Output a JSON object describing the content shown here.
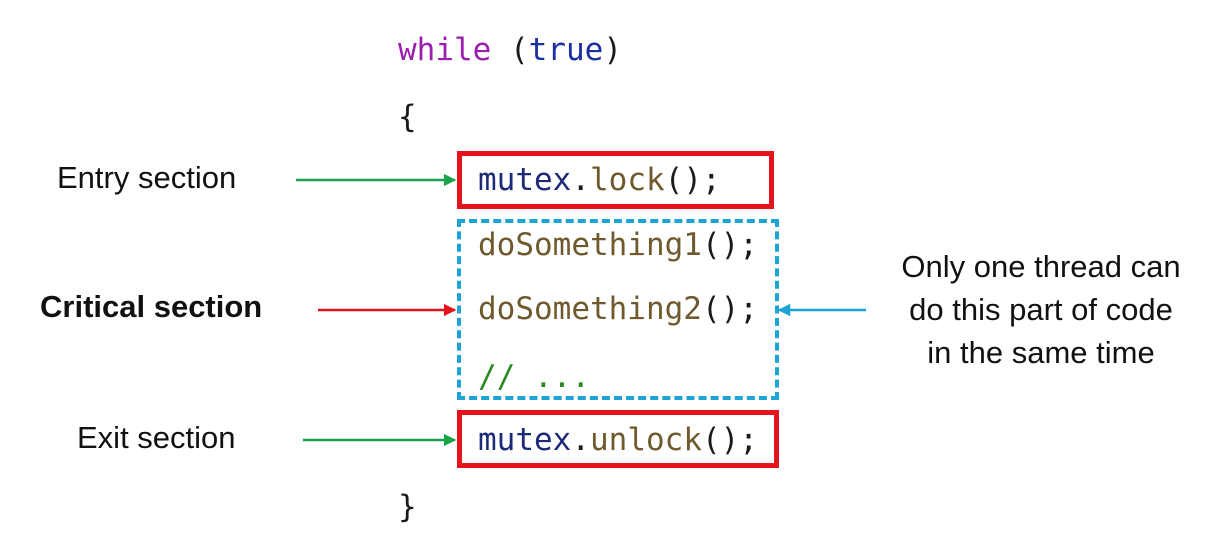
{
  "code": {
    "while_kw": "while",
    "open_paren": " (",
    "true_kw": "true",
    "close_paren": ")",
    "open_brace": "{",
    "lock_obj": "mutex",
    "lock_dot": ".",
    "lock_fn": "lock",
    "lock_tail": "();",
    "do1_fn": "doSomething1",
    "do1_tail": "();",
    "do2_fn": "doSomething2",
    "do2_tail": "();",
    "comment": "// ...",
    "unlock_obj": "mutex",
    "unlock_dot": ".",
    "unlock_fn": "unlock",
    "unlock_tail": "();",
    "close_brace": "}"
  },
  "labels": {
    "entry": "Entry section",
    "critical": "Critical section",
    "exit": "Exit section"
  },
  "note": {
    "line1": "Only one thread can",
    "line2": "do this part of code",
    "line3": "in the same time"
  },
  "colors": {
    "keyword": "#9b1fae",
    "true_kw": "#1c2fa0",
    "object": "#1c2a78",
    "function": "#6e5a2c",
    "comment": "#2a8a22",
    "red_box": "#e3141b",
    "blue_dash": "#1da4d6",
    "green_arrow": "#1aa34a",
    "red_arrow": "#e3141b",
    "blue_arrow": "#1da4d6"
  }
}
